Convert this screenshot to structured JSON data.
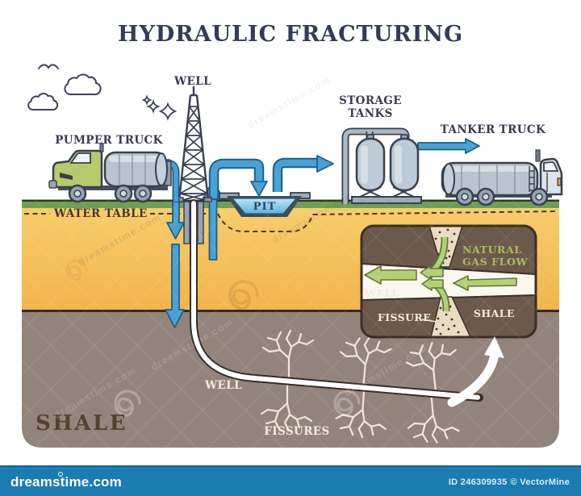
{
  "title": "HYDRAULIC FRACTURING",
  "surface": {
    "well_label": "WELL",
    "pumper_truck_label": "PUMPER TRUCK",
    "storage_tanks_line1": "STORAGE",
    "storage_tanks_line2": "TANKS",
    "tanker_truck_label": "TANKER TRUCK",
    "water_table_label": "WATER TABLE",
    "pit_label": "PIT"
  },
  "underground": {
    "shale_label": "SHALE",
    "well_label": "WELL",
    "fissures_label": "FISSURES"
  },
  "inset": {
    "natural_gas_flow_line1": "NATURAL",
    "natural_gas_flow_line2": "GAS FLOW",
    "well_label": "WELL",
    "fissure_label": "FISSURE",
    "shale_label": "SHALE"
  },
  "watermark": {
    "text": "dreamstime.com"
  },
  "footer": {
    "logo": "dreamstime.com",
    "image_id": "ID 246309935",
    "attribution": "© VectorMine"
  },
  "colors": {
    "arrow_blue": "#4ba1d3",
    "ground_yellow": "#f6c55e",
    "shale_brown": "#93847b",
    "inset_brown": "#6b594b",
    "gas_green": "#b4d077",
    "grass_green": "#6f9e55",
    "footer_blue": "#1b7cb2",
    "title_navy": "#333b58"
  }
}
